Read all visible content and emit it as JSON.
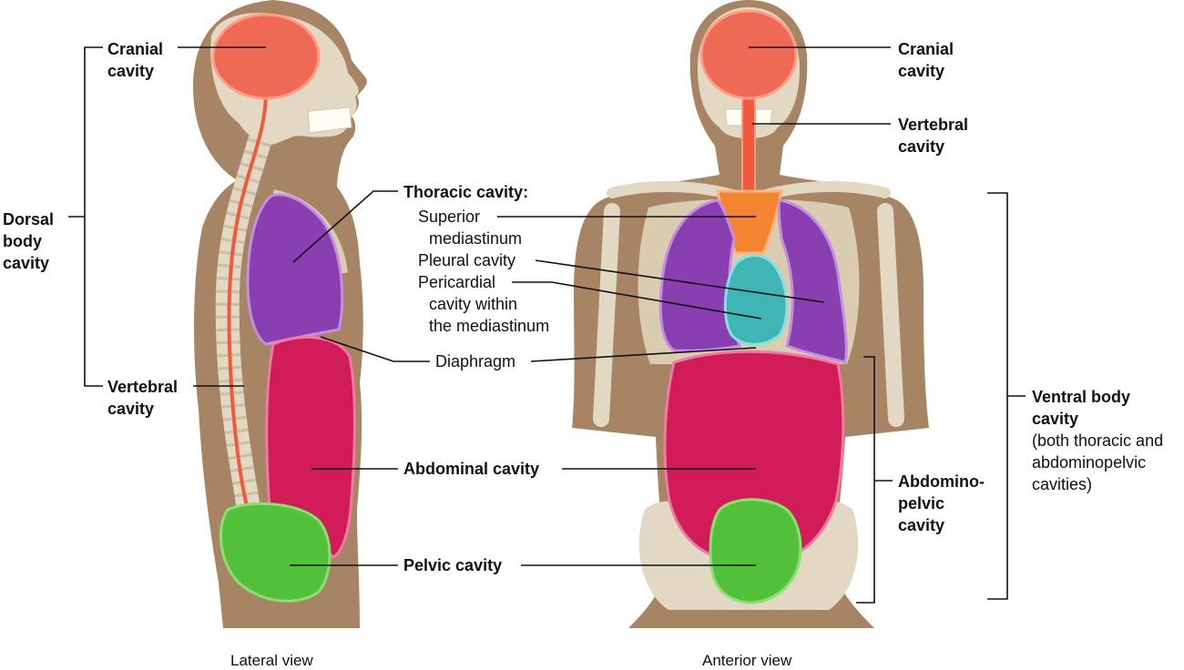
{
  "colors": {
    "skin": "#a78463",
    "bone": "#e2d8c3",
    "cranial": "#ee6a54",
    "spinal_cord": "#ef5a3c",
    "lung": "#8a3fb0",
    "superior_mediastinum": "#f38530",
    "pericardial": "#3fb5b5",
    "abdominal": "#d21c5a",
    "pelvic": "#52c03a"
  },
  "labels": {
    "cranial_left_1": "Cranial",
    "cranial_left_2": "cavity",
    "dorsal_1": "Dorsal",
    "dorsal_2": "body",
    "dorsal_3": "cavity",
    "vertebral_left_1": "Vertebral",
    "vertebral_left_2": "cavity",
    "cranial_right_1": "Cranial",
    "cranial_right_2": "cavity",
    "vertebral_right_1": "Vertebral",
    "vertebral_right_2": "cavity",
    "thoracic_heading": "Thoracic cavity:",
    "superior_1": "Superior",
    "superior_2": "mediastinum",
    "pleural": "Pleural cavity",
    "pericardial_1": "Pericardial",
    "pericardial_2": "cavity within",
    "pericardial_3": "the mediastinum",
    "diaphragm": "Diaphragm",
    "abdominal": "Abdominal cavity",
    "pelvic": "Pelvic cavity",
    "abdominopelvic_1": "Abdomino-",
    "abdominopelvic_2": "pelvic",
    "abdominopelvic_3": "cavity",
    "ventral_1": "Ventral body",
    "ventral_2": "cavity",
    "ventral_3": "(both thoracic and",
    "ventral_4": "abdominopelvic",
    "ventral_5": "cavities)"
  },
  "captions": {
    "lateral": "Lateral view",
    "anterior": "Anterior view"
  }
}
